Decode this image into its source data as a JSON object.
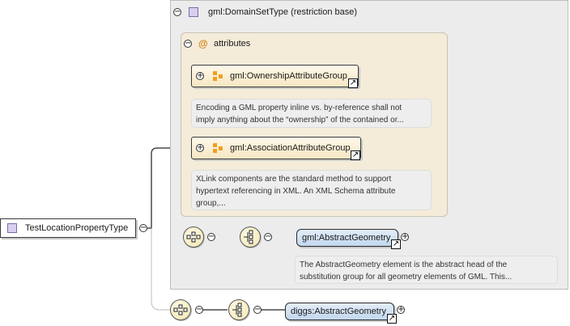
{
  "root": {
    "label": "TestLocationPropertyType"
  },
  "complex_type": {
    "label": "gml:DomainSetType (restriction base)"
  },
  "attributes": {
    "label": "attributes",
    "symbol": "@",
    "groups": [
      {
        "label": "gml:OwnershipAttributeGroup",
        "doc": [
          "Encoding a GML property inline vs. by-reference shall not",
          "imply anything about the “ownership” of the contained or..."
        ]
      },
      {
        "label": "gml:AssociationAttributeGroup",
        "doc": [
          "XLink components are the standard method to support",
          "hypertext referencing in XML. An XML Schema attribute",
          "group,..."
        ]
      }
    ]
  },
  "elements": [
    {
      "label": "gml:AbstractGeometry",
      "doc": [
        "The AbstractGeometry element is the abstract head of the",
        "substitution group for all geometry elements of GML. This..."
      ]
    },
    {
      "label": "diggs:AbstractGeometry"
    }
  ],
  "symbols": {
    "collapse": "−",
    "expand": "+",
    "link": "↗"
  }
}
